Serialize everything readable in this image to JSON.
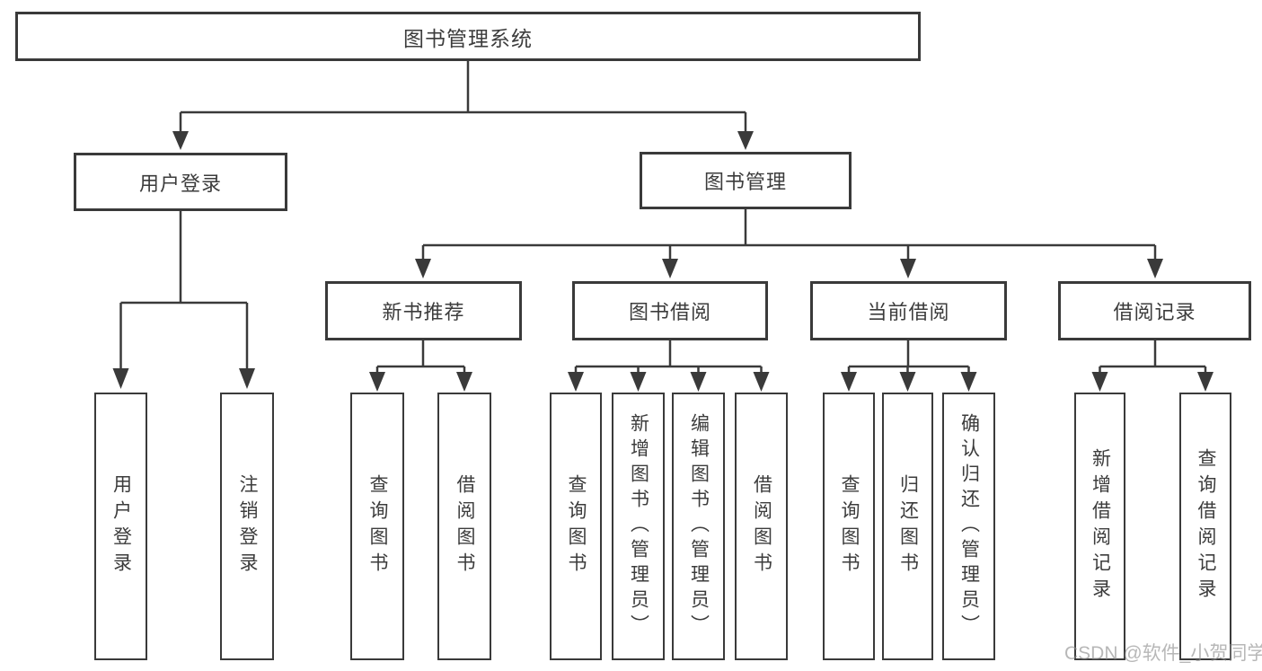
{
  "colors": {
    "line": "#3a3a3a",
    "text": "#3c3c3c",
    "box_background": "#ffffff",
    "watermark": "#8c8c8c"
  },
  "tree": {
    "root": "图书管理系统",
    "branches": [
      {
        "label": "用户登录",
        "leaves": [
          "用户登录",
          "注销登录"
        ]
      },
      {
        "label": "图书管理",
        "children": [
          {
            "label": "新书推荐",
            "leaves": [
              "查询图书",
              "借阅图书"
            ]
          },
          {
            "label": "图书借阅",
            "leaves": [
              "查询图书",
              "新增图书（管理员）",
              "编辑图书（管理员）",
              "借阅图书"
            ]
          },
          {
            "label": "当前借阅",
            "leaves": [
              "查询图书",
              "归还图书",
              "确认归还（管理员）"
            ]
          },
          {
            "label": "借阅记录",
            "leaves": [
              "新增借阅记录",
              "查询借阅记录"
            ]
          }
        ]
      }
    ]
  },
  "watermark": "CSDN @软件_小贺同学"
}
